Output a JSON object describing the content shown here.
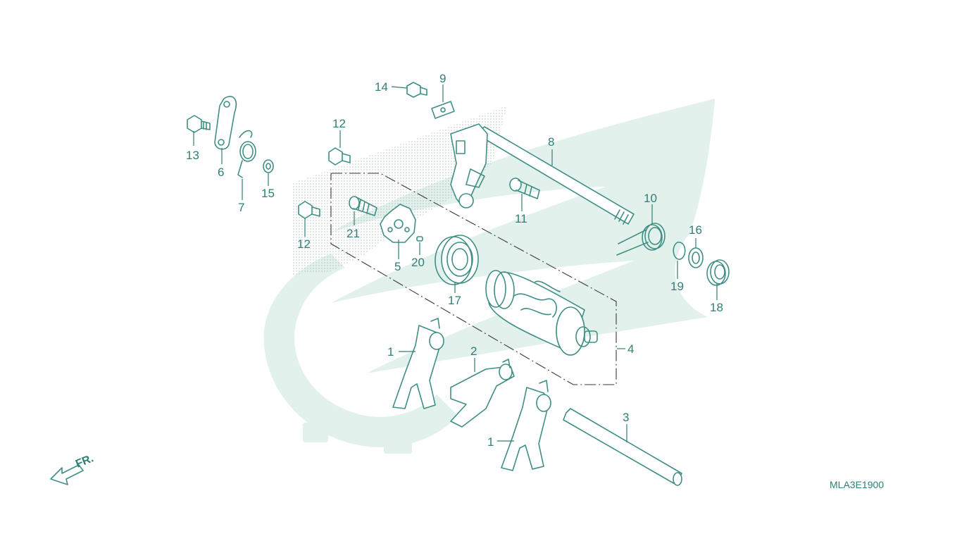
{
  "diagram_code": "MLA3E1900",
  "direction_label": "FR.",
  "callouts": {
    "c1a": "1",
    "c1b": "1",
    "c2": "2",
    "c3": "3",
    "c4": "4",
    "c5": "5",
    "c6": "6",
    "c7": "7",
    "c8": "8",
    "c9": "9",
    "c10": "10",
    "c11": "11",
    "c12a": "12",
    "c12b": "12",
    "c13": "13",
    "c14": "14",
    "c15": "15",
    "c16": "16",
    "c17": "17",
    "c18": "18",
    "c19": "19",
    "c20": "20",
    "c21": "21"
  },
  "colors": {
    "line": "#3f8f84",
    "label": "#2f7f74",
    "watermark": "#e2f1ec"
  }
}
